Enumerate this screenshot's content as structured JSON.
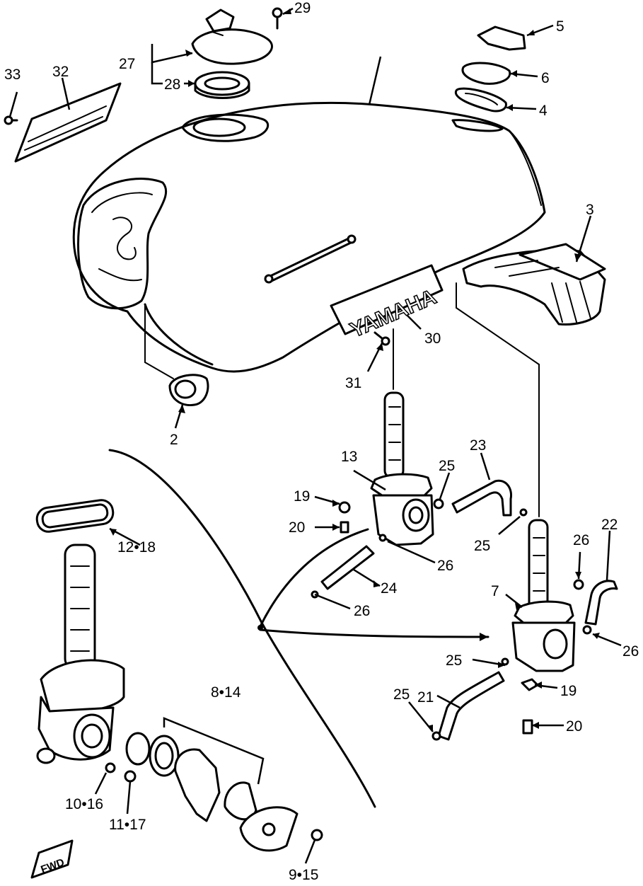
{
  "diagram": {
    "labels": {
      "p2": "2",
      "p3": "3",
      "p4": "4",
      "p5": "5",
      "p6": "6",
      "p7": "7",
      "p8_14": "8•14",
      "p9_15": "9•15",
      "p10_16": "10•16",
      "p11_17": "11•17",
      "p12_18": "12•18",
      "p13": "13",
      "p19a": "19",
      "p19b": "19",
      "p20a": "20",
      "p20b": "20",
      "p21": "21",
      "p22": "22",
      "p23": "23",
      "p24": "24",
      "p25a": "25",
      "p25b": "25",
      "p25c": "25",
      "p25d": "25",
      "p26a": "26",
      "p26b": "26",
      "p26c": "26",
      "p26d": "26",
      "p27": "27",
      "p28": "28",
      "p29": "29",
      "p30": "30",
      "p31": "31",
      "p32": "32",
      "p33": "33"
    },
    "tank_emblem_text": "YAMAHA",
    "fwd_marker_text": "FWD"
  }
}
